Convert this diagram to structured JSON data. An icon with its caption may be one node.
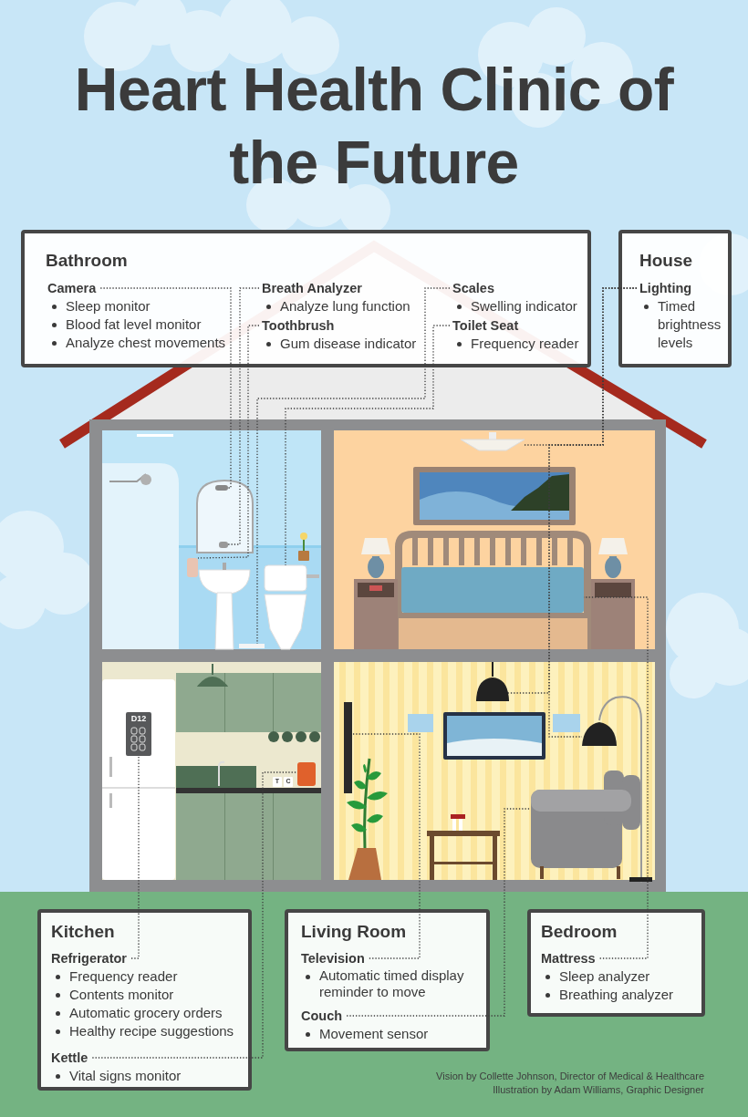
{
  "diagram": {
    "title": "Heart Health Clinic of the Future",
    "nodes": [
      {
        "text": [
          "Bathroom"
        ]
      },
      {
        "text": [
          "Camera",
          "Sleep monitor",
          "Blood fat level monitor",
          "Analyze chest movements"
        ],
        "in": 0
      },
      {
        "text": [
          "Breath Analyzer",
          "Analyze lung function"
        ],
        "in": 0
      },
      {
        "text": [
          "Toothbrush",
          "Gum disease indicator"
        ],
        "in": 0
      },
      {
        "text": [
          "Scales",
          "Swelling indicator"
        ],
        "in": 0
      },
      {
        "text": [
          "Toilet Seat",
          "Frequency reader"
        ],
        "in": 0
      },
      {
        "text": [
          "House"
        ]
      },
      {
        "text": [
          "Lighting",
          "Timed brightness levels"
        ],
        "in": 6
      },
      {
        "text": [
          "Kitchen"
        ]
      },
      {
        "text": [
          "Refrigerator",
          "Frequency reader",
          "Contents monitor",
          "Automatic grocery orders",
          "Healthy recipe suggestions"
        ],
        "in": 8
      },
      {
        "text": [
          "Kettle",
          "Vital signs monitor"
        ],
        "in": 8
      },
      {
        "text": [
          "Living Room"
        ]
      },
      {
        "text": [
          "Television",
          "Automatic timed display reminder to move"
        ],
        "in": 11
      },
      {
        "text": [
          "Couch",
          "Movement sensor"
        ],
        "in": 11
      },
      {
        "text": [
          "Bedroom"
        ]
      },
      {
        "text": [
          "Mattress",
          "Sleep analyzer",
          "Breathing analyzer"
        ],
        "in": 14
      },
      {
        "text": [
          "D12"
        ]
      },
      {
        "text": [],
        "shape": "box"
      },
      {
        "text": [],
        "shape": "box"
      },
      {
        "text": [],
        "shape": "box"
      },
      {
        "text": [],
        "shape": "bar"
      },
      {
        "text": [],
        "shape": "picture"
      },
      {
        "text": [],
        "shape": "picture"
      },
      {
        "text": [],
        "shape": "picture"
      },
      {
        "text": [],
        "shape": "picture"
      },
      {
        "text": [],
        "shape": "box"
      },
      {
        "text": [],
        "shape": "bar"
      },
      {
        "text": [],
        "shape": "picture"
      },
      {
        "text": [],
        "shape": "box"
      }
    ],
    "edges": [
      {
        "from": 1,
        "to": 17,
        "arrow": "none"
      },
      {
        "from": 2,
        "to": 18,
        "arrow": "none"
      },
      {
        "from": 3,
        "to": 19,
        "arrow": "none"
      },
      {
        "from": 4,
        "to": 20,
        "arrow": "none"
      },
      {
        "from": 5,
        "to": 21,
        "arrow": "none"
      },
      {
        "from": 7,
        "to": 22,
        "arrow": "none"
      },
      {
        "from": 7,
        "to": 23,
        "arrow": "none"
      },
      {
        "from": 7,
        "to": 24,
        "arrow": "none"
      },
      {
        "from": 9,
        "to": 16,
        "arrow": "none"
      },
      {
        "from": 10,
        "to": 25,
        "arrow": "none"
      },
      {
        "from": 12,
        "to": 26,
        "arrow": "none"
      },
      {
        "from": 13,
        "to": 27,
        "arrow": "none"
      },
      {
        "from": 15,
        "to": 28,
        "arrow": "none"
      }
    ],
    "labels": [
      "T",
      "C",
      "Vision by Collette Johnson, Director of Medical & Healthcare",
      "Illustration by Adam Williams, Graphic Designer"
    ]
  }
}
